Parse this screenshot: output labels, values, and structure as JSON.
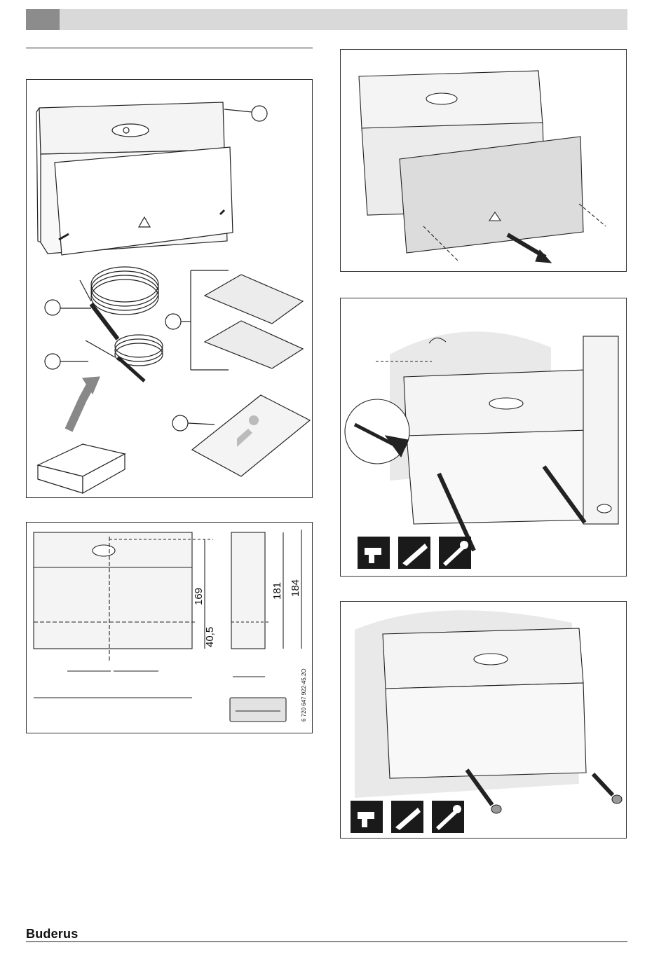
{
  "header": {
    "tab_color": "#8c8c8c",
    "bar_color": "#d9d9d9"
  },
  "figures": {
    "dimensions": {
      "d169": "169",
      "d40_5": "40,5",
      "d181": "181",
      "d184": "184",
      "doc_code": "6 720 647 922-45.2O"
    }
  },
  "tool_icons": [
    "drill-icon",
    "wall-plug-icon",
    "screw-icon"
  ],
  "footer": {
    "brand": "Buderus"
  }
}
